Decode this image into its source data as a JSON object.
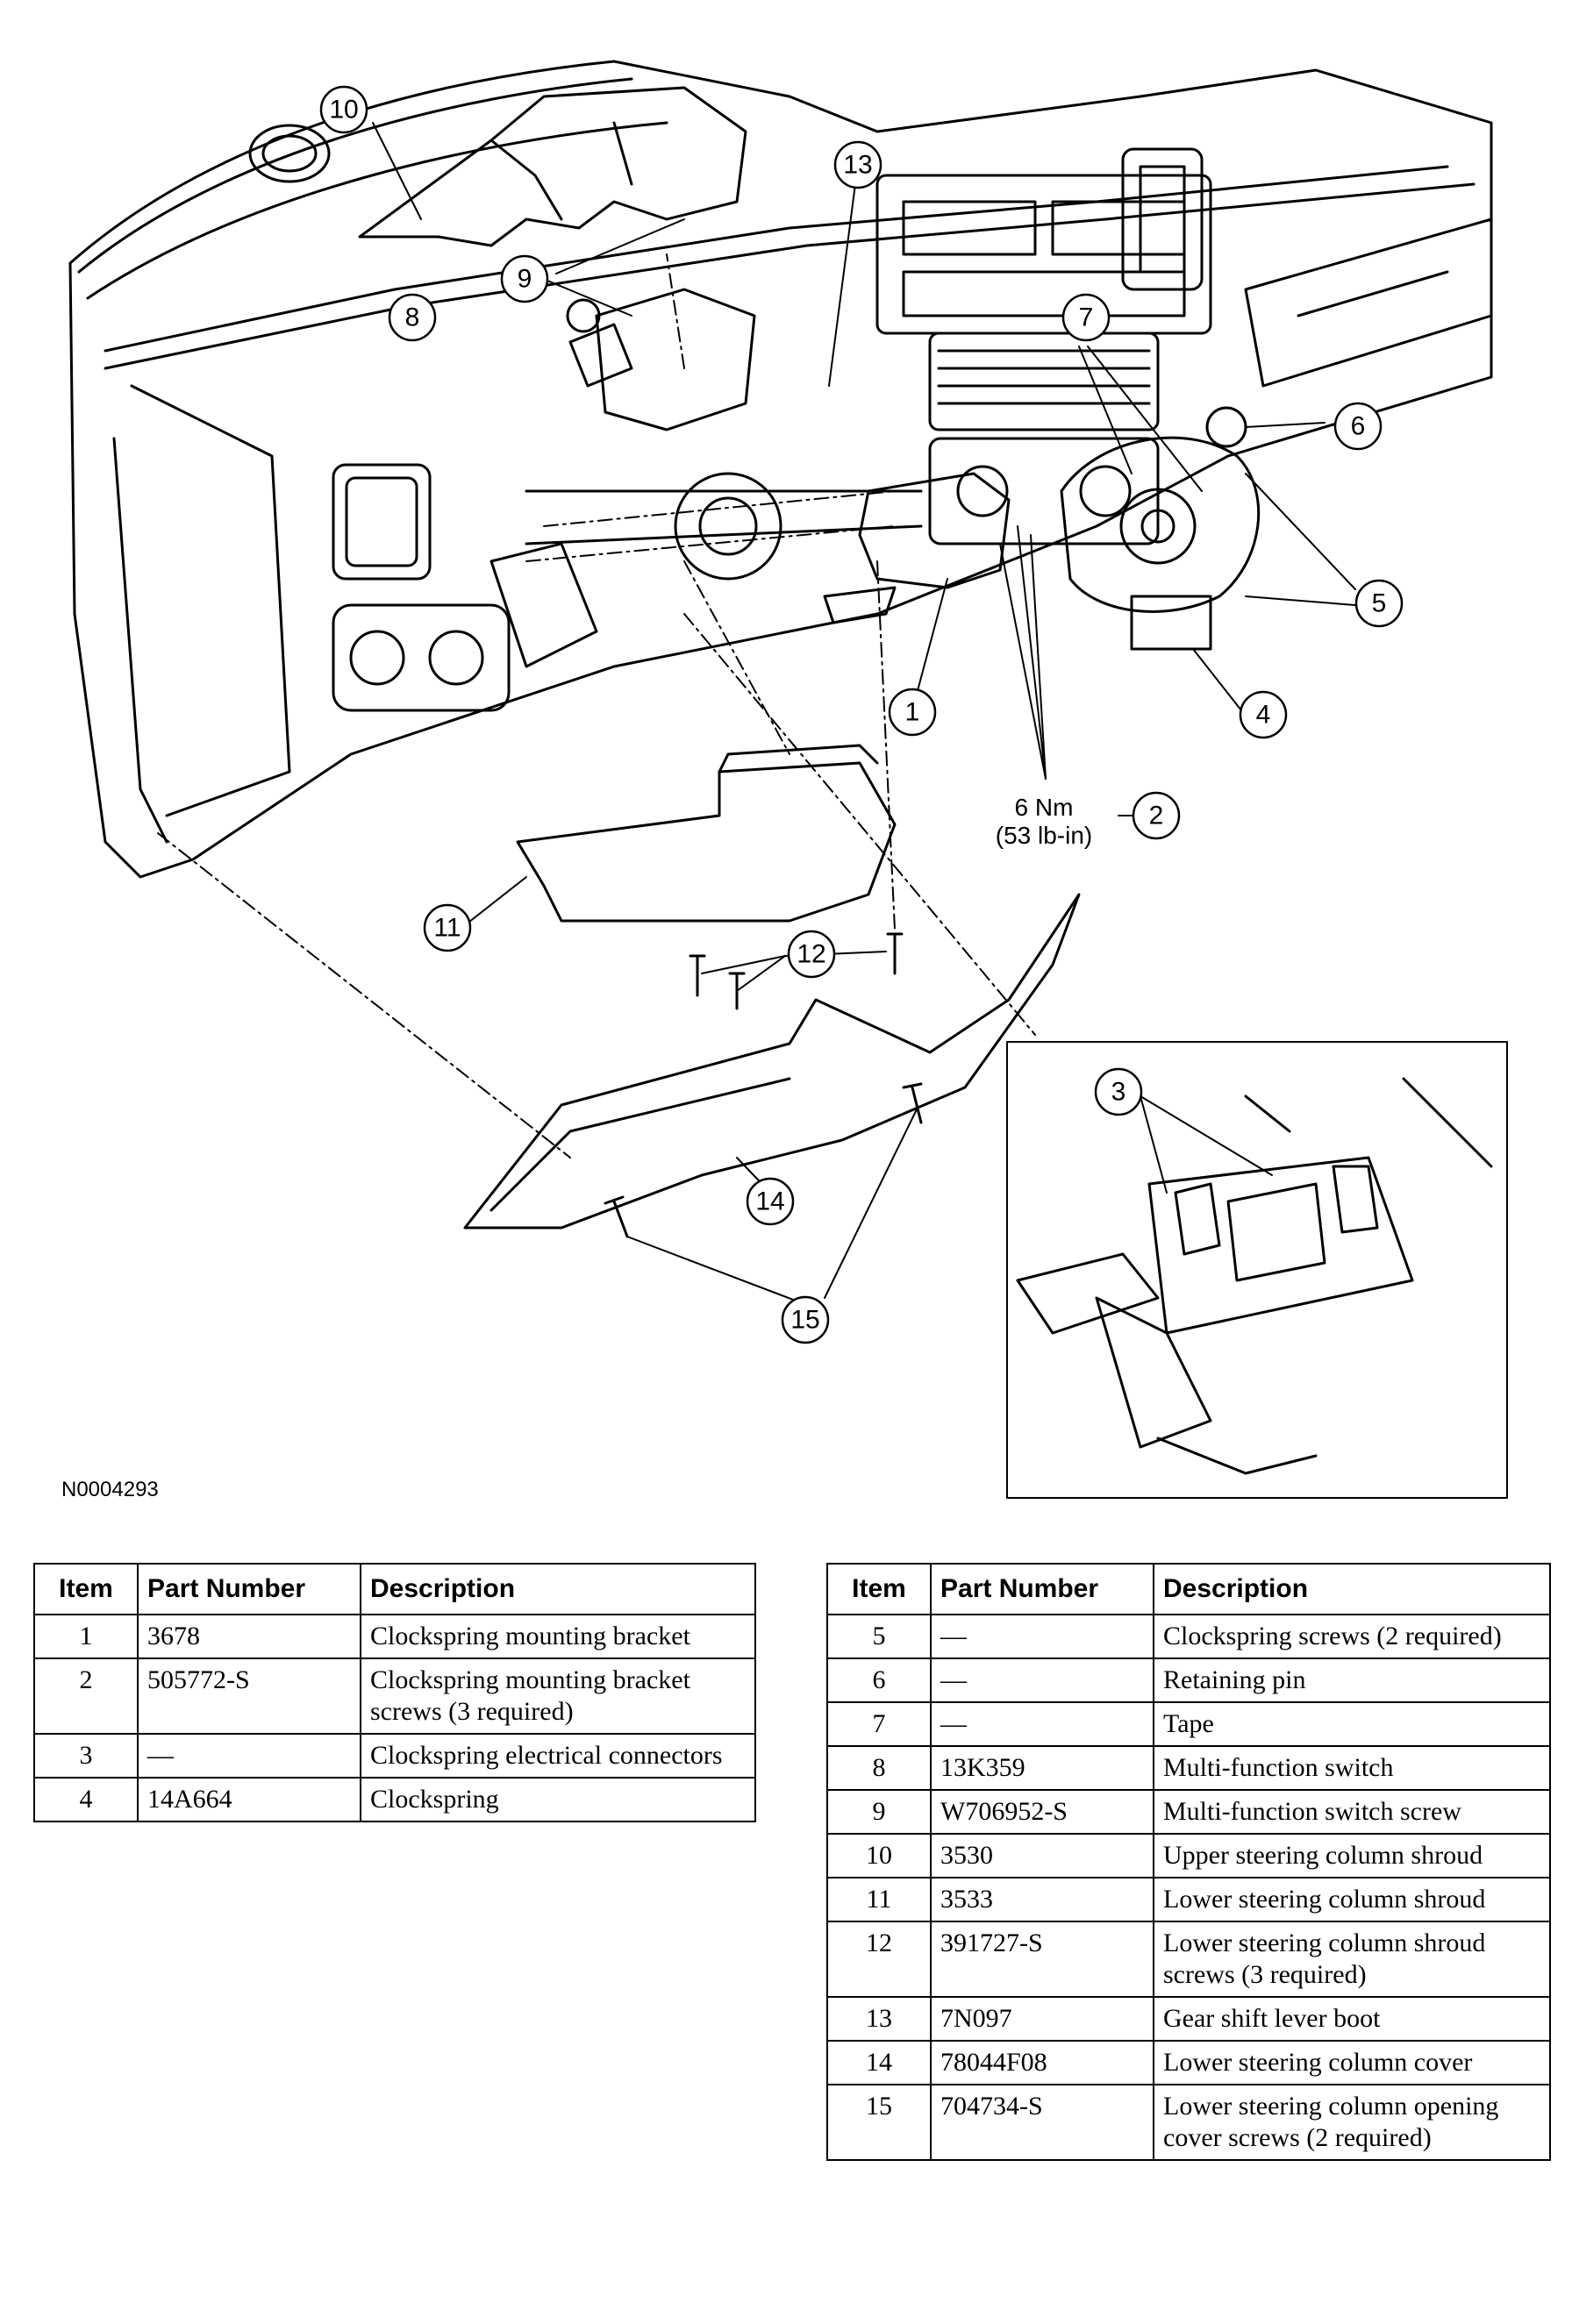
{
  "figure": {
    "figure_id": "N0004293",
    "torque_value": "6 Nm",
    "torque_imperial": "(53 lb-in)",
    "callouts": [
      "1",
      "2",
      "3",
      "4",
      "5",
      "6",
      "7",
      "8",
      "9",
      "10",
      "11",
      "12",
      "13",
      "14",
      "15"
    ]
  },
  "table_headers": {
    "item": "Item",
    "part_number": "Part Number",
    "description": "Description"
  },
  "parts_left": [
    {
      "item": "1",
      "part_number": "3678",
      "description": "Clockspring mounting bracket"
    },
    {
      "item": "2",
      "part_number": "505772-S",
      "description": "Clockspring mounting bracket screws (3 required)"
    },
    {
      "item": "3",
      "part_number": "—",
      "description": "Clockspring electrical connectors"
    },
    {
      "item": "4",
      "part_number": "14A664",
      "description": "Clockspring"
    }
  ],
  "parts_right": [
    {
      "item": "5",
      "part_number": "—",
      "description": "Clockspring screws (2 required)"
    },
    {
      "item": "6",
      "part_number": "—",
      "description": "Retaining pin"
    },
    {
      "item": "7",
      "part_number": "—",
      "description": "Tape"
    },
    {
      "item": "8",
      "part_number": "13K359",
      "description": "Multi-function switch"
    },
    {
      "item": "9",
      "part_number": "W706952-S",
      "description": "Multi-function switch screw"
    },
    {
      "item": "10",
      "part_number": "3530",
      "description": "Upper steering column shroud"
    },
    {
      "item": "11",
      "part_number": "3533",
      "description": "Lower steering column shroud"
    },
    {
      "item": "12",
      "part_number": "391727-S",
      "description": "Lower steering column shroud screws (3 required)"
    },
    {
      "item": "13",
      "part_number": "7N097",
      "description": "Gear shift lever boot"
    },
    {
      "item": "14",
      "part_number": "78044F08",
      "description": "Lower steering column cover"
    },
    {
      "item": "15",
      "part_number": "704734-S",
      "description": "Lower steering column opening cover screws (2 required)"
    }
  ]
}
